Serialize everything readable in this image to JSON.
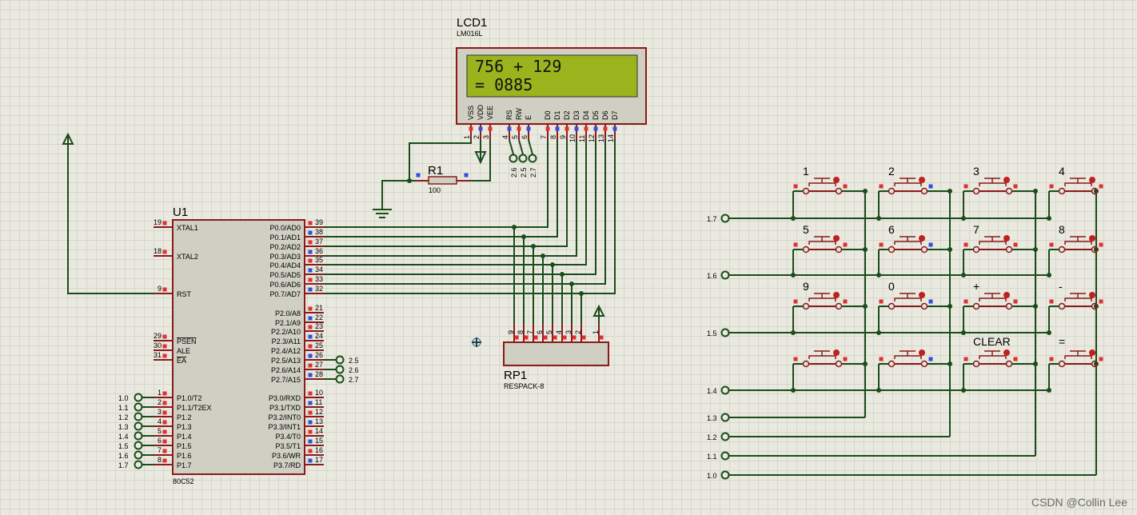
{
  "lcd": {
    "ref": "LCD1",
    "model": "LM016L",
    "line1": "756 + 129",
    "line2": "= 0885",
    "left_pins": [
      "VSS",
      "VDD",
      "VEE",
      "RS",
      "RW",
      "E"
    ],
    "data_pins": [
      "D0",
      "D1",
      "D2",
      "D3",
      "D4",
      "D5",
      "D6",
      "D7"
    ],
    "pin_numbers": [
      "1",
      "2",
      "3",
      "4",
      "5",
      "6",
      "7",
      "8",
      "9",
      "10",
      "11",
      "12",
      "13",
      "14"
    ],
    "ctrl_labels": [
      "2.6",
      "2.5",
      "2.7"
    ]
  },
  "resistor": {
    "ref": "R1",
    "value": "100"
  },
  "mcu": {
    "ref": "U1",
    "model": "80C52",
    "left_pins": [
      {
        "num": "19",
        "name": "XTAL1"
      },
      {
        "num": "18",
        "name": "XTAL2"
      },
      {
        "num": "9",
        "name": "RST"
      },
      {
        "num": "29",
        "name": "PSEN"
      },
      {
        "num": "30",
        "name": "ALE"
      },
      {
        "num": "31",
        "name": "EA"
      },
      {
        "num": "1",
        "name": "P1.0/T2"
      },
      {
        "num": "2",
        "name": "P1.1/T2EX"
      },
      {
        "num": "3",
        "name": "P1.2"
      },
      {
        "num": "4",
        "name": "P1.3"
      },
      {
        "num": "5",
        "name": "P1.4"
      },
      {
        "num": "6",
        "name": "P1.5"
      },
      {
        "num": "7",
        "name": "P1.6"
      },
      {
        "num": "8",
        "name": "P1.7"
      }
    ],
    "right_pins": [
      {
        "num": "39",
        "name": "P0.0/AD0"
      },
      {
        "num": "38",
        "name": "P0.1/AD1"
      },
      {
        "num": "37",
        "name": "P0.2/AD2"
      },
      {
        "num": "36",
        "name": "P0.3/AD3"
      },
      {
        "num": "35",
        "name": "P0.4/AD4"
      },
      {
        "num": "34",
        "name": "P0.5/AD5"
      },
      {
        "num": "33",
        "name": "P0.6/AD6"
      },
      {
        "num": "32",
        "name": "P0.7/AD7"
      },
      {
        "num": "21",
        "name": "P2.0/A8"
      },
      {
        "num": "22",
        "name": "P2.1/A9"
      },
      {
        "num": "23",
        "name": "P2.2/A10"
      },
      {
        "num": "24",
        "name": "P2.3/A11"
      },
      {
        "num": "25",
        "name": "P2.4/A12"
      },
      {
        "num": "26",
        "name": "P2.5/A13"
      },
      {
        "num": "27",
        "name": "P2.6/A14"
      },
      {
        "num": "28",
        "name": "P2.7/A15"
      },
      {
        "num": "10",
        "name": "P3.0/RXD"
      },
      {
        "num": "11",
        "name": "P3.1/TXD"
      },
      {
        "num": "12",
        "name": "P3.2/INT0"
      },
      {
        "num": "13",
        "name": "P3.3/INT1"
      },
      {
        "num": "14",
        "name": "P3.4/T0"
      },
      {
        "num": "15",
        "name": "P3.5/T1"
      },
      {
        "num": "16",
        "name": "P3.6/WR"
      },
      {
        "num": "17",
        "name": "P3.7/RD"
      }
    ],
    "p1_terminals": [
      "1.0",
      "1.1",
      "1.2",
      "1.3",
      "1.4",
      "1.5",
      "1.6",
      "1.7"
    ],
    "p2_terminals": [
      "2.5",
      "2.6",
      "2.7"
    ]
  },
  "respack": {
    "ref": "RP1",
    "model": "RESPACK-8",
    "pins": [
      "9",
      "8",
      "7",
      "6",
      "5",
      "4",
      "3",
      "2",
      "1"
    ]
  },
  "keypad": {
    "key_labels": [
      "1",
      "2",
      "3",
      "4",
      "5",
      "6",
      "7",
      "8",
      "9",
      "0",
      "+",
      "-",
      "",
      "",
      "CLEAR",
      "="
    ],
    "row_terminals": [
      "1.7",
      "1.6",
      "1.5",
      "1.4"
    ],
    "col_terminals": [
      "1.3",
      "1.2",
      "1.1",
      "1.0"
    ]
  },
  "watermark": "CSDN @Collin Lee"
}
